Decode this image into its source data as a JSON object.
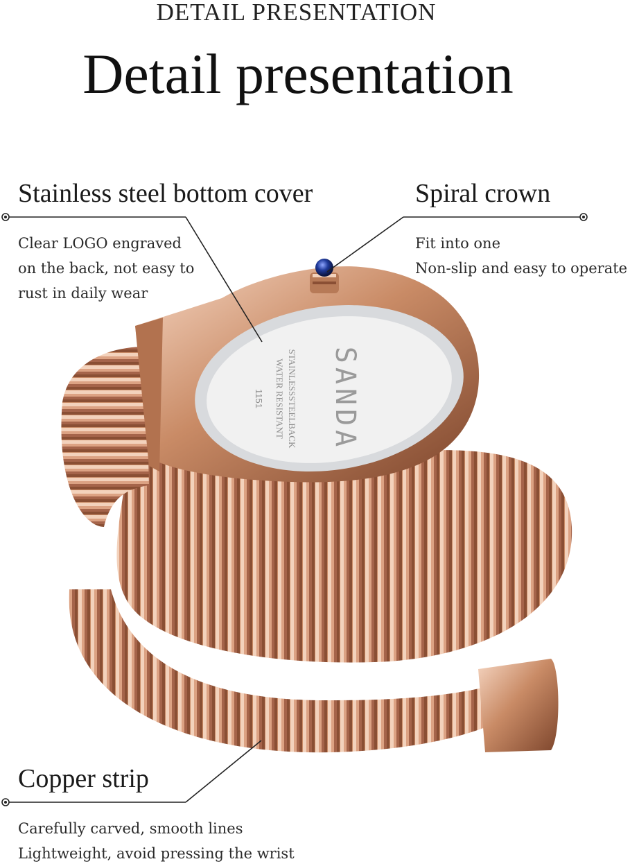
{
  "header": {
    "subtitle": "DETAIL PRESENTATION",
    "title": "Detail presentation"
  },
  "features": [
    {
      "title": "Stainless steel bottom cover",
      "lines": [
        "Clear LOGO engraved",
        "on the back, not easy to",
        "rust in daily wear"
      ]
    },
    {
      "title": "Spiral crown",
      "lines": [
        "Fit into one",
        "Non-slip and easy to operate"
      ]
    },
    {
      "title": "Copper strip",
      "lines": [
        "Carefully carved, smooth lines",
        "Lightweight, avoid pressing the wrist"
      ]
    }
  ],
  "caseback": {
    "brand": "SANDA",
    "line1": "STAINLESSSTEELBACK",
    "line2": "WATER RESISTANT",
    "model": "1151"
  },
  "colors": {
    "rose_gold": "#c98b66",
    "rose_gold_dark": "#8a4f34",
    "rose_gold_light": "#f3d2bc",
    "crown_stone": "#1f3a9a",
    "caseback": "#f1f1f1"
  }
}
